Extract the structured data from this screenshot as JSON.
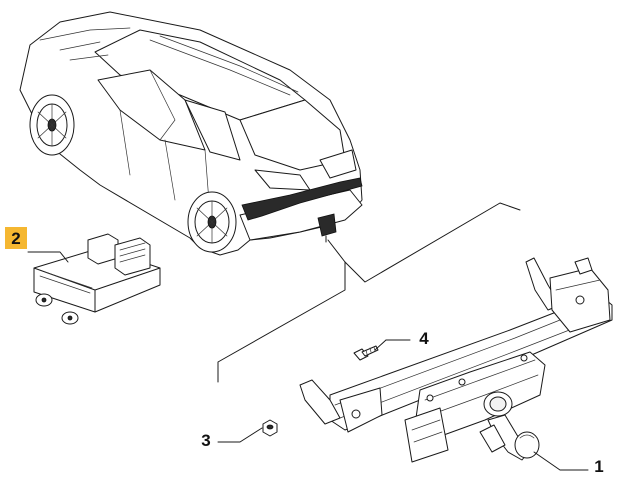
{
  "callouts": [
    {
      "id": "1",
      "label": "1"
    },
    {
      "id": "2",
      "label": "2"
    },
    {
      "id": "3",
      "label": "3"
    },
    {
      "id": "4",
      "label": "4"
    }
  ],
  "colors": {
    "highlight": "#f5b731",
    "line": "#1a1a1a",
    "background": "#ffffff"
  }
}
